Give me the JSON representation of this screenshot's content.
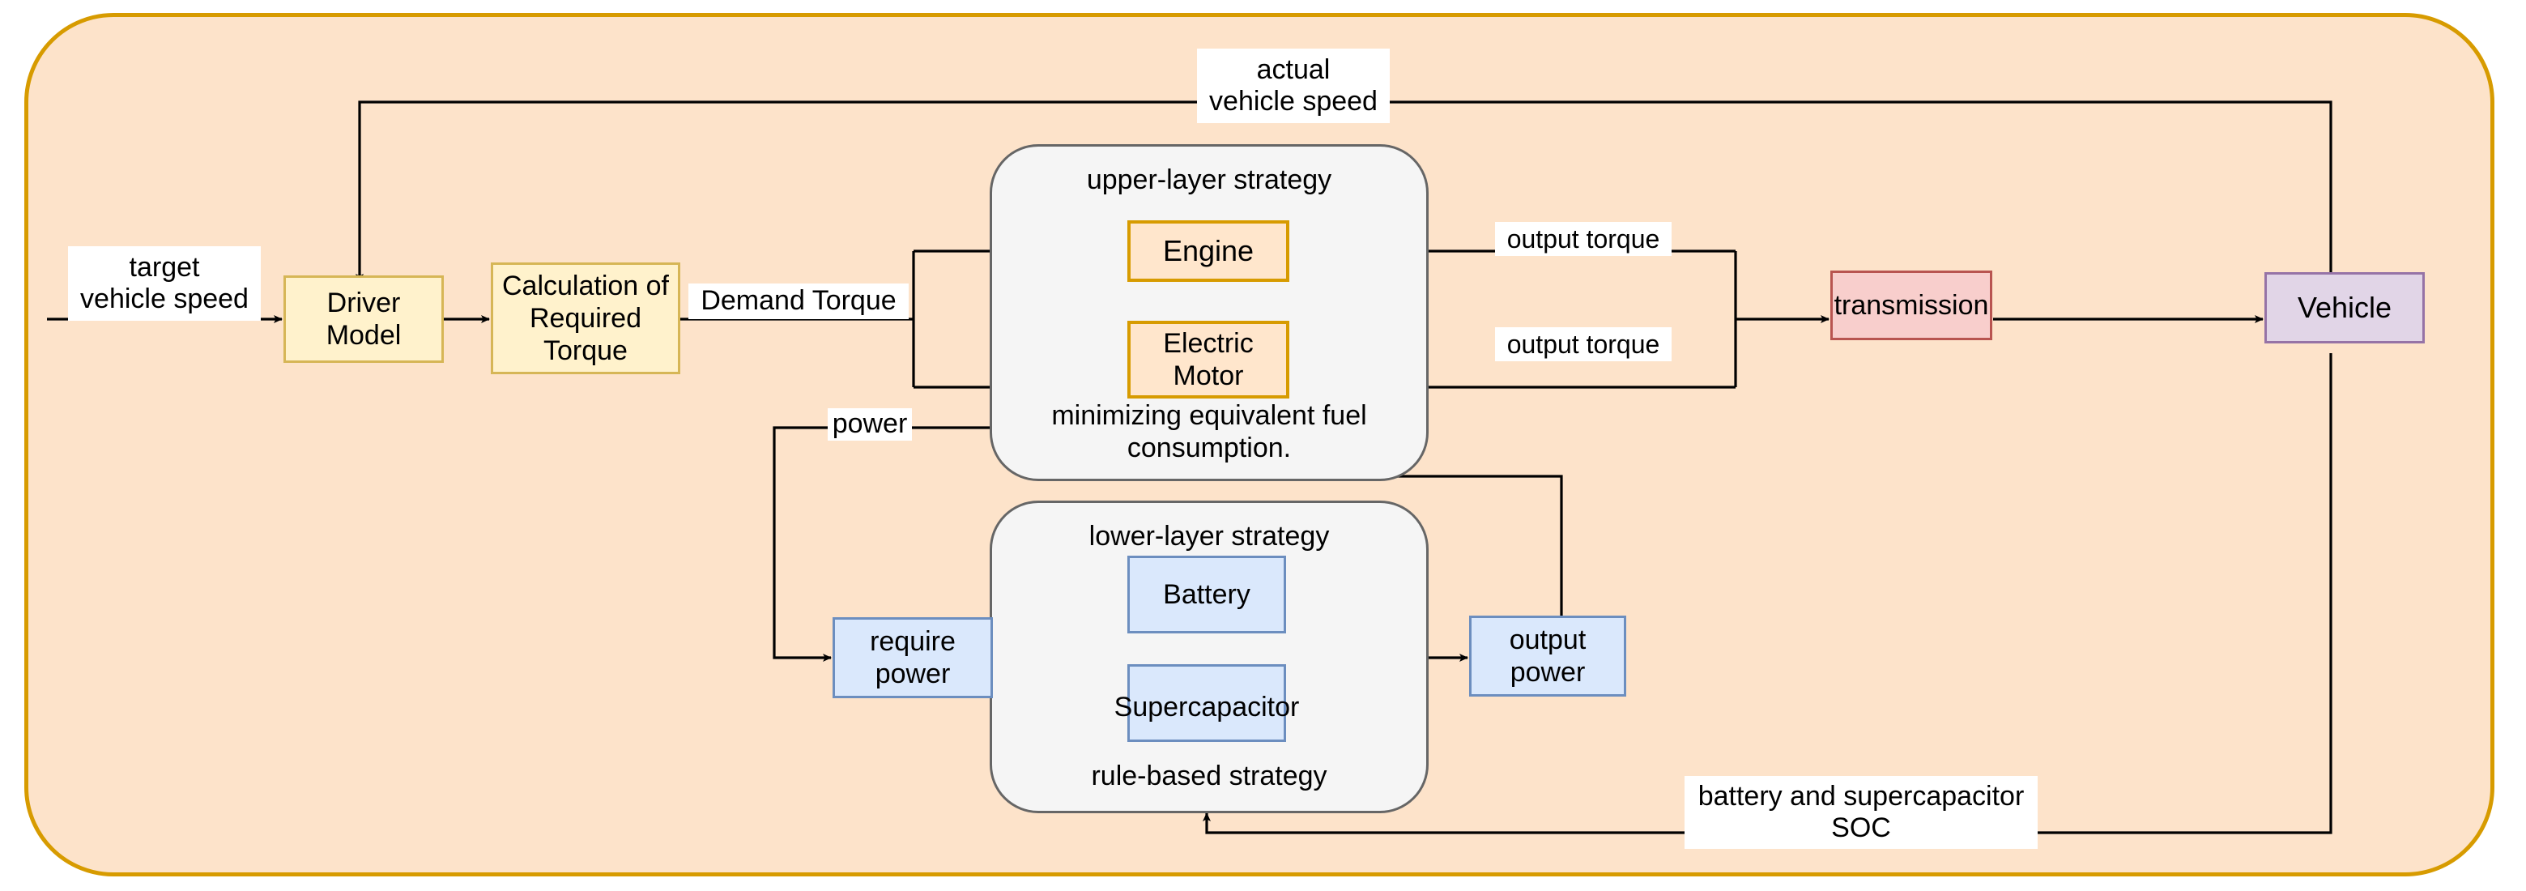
{
  "diagram": {
    "title": "Hierarchical energy management strategy for a hybrid electric vehicle",
    "outer_container_label": "",
    "colors": {
      "outer_fill": "#fde3ca",
      "outer_stroke": "#d79b00",
      "group_fill": "#f5f5f5",
      "group_stroke": "#666666",
      "yellow_fill": "#fff2cc",
      "yellow_stroke": "#d6b656",
      "orange_fill": "#ffe6cc",
      "orange_stroke": "#d79b00",
      "blue_fill": "#dae8fc",
      "blue_stroke": "#6c8ebf",
      "red_fill": "#f8cecc",
      "red_stroke": "#b85450",
      "purple_fill": "#e1d5e7",
      "purple_stroke": "#9673a6",
      "wire": "#000000"
    }
  },
  "nodes": {
    "driver_model": "Driver\nModel",
    "calculation_required_torque": "Calculation of\nRequired\nTorque",
    "engine": "Engine",
    "electric_motor": "Electric\nMotor",
    "transmission": "transmission",
    "vehicle": "Vehicle",
    "require_power": "require\npower",
    "output_power": "output\npower",
    "battery": "Battery",
    "supercapacitor": "Supercapacitor"
  },
  "groups": {
    "upper_layer": {
      "title": "upper-layer strategy",
      "subtitle": "minimizing equivalent fuel\nconsumption."
    },
    "lower_layer": {
      "title": "lower-layer strategy",
      "subtitle": "rule-based strategy"
    }
  },
  "edge_labels": {
    "target_vehicle_speed": "target\nvehicle speed",
    "actual_vehicle_speed": "actual\nvehicle speed",
    "demand_torque": "Demand Torque",
    "output_torque_engine": "output torque",
    "output_torque_motor": "output torque",
    "power": "power",
    "battery_supercapacitor_soc": "battery and supercapacitor\nSOC"
  }
}
